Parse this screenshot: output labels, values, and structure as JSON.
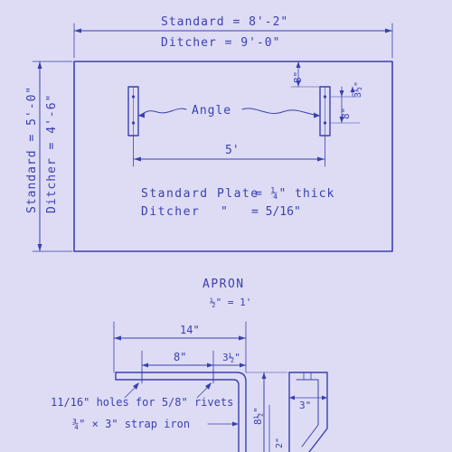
{
  "colors": {
    "paper": "#dedcf4",
    "ink": "#3b3fb0"
  },
  "plate": {
    "width_standard": "Standard = 8'-2\"",
    "width_ditcher": "Ditcher = 9'-0\"",
    "height_standard": "Standard = 5'-0\"",
    "height_ditcher": "Ditcher = 4'-6\"",
    "angle_label": "Angle",
    "angle_spacing": "5'",
    "dim_top": "8\"",
    "dim_bolt_spacing": "8\"",
    "dim_bolt_edge": "3½\"",
    "thick_standard_label": "Standard Plate",
    "thick_standard_value": "= ¼\" thick",
    "thick_ditcher_label": "Ditcher",
    "thick_ditcher_ditto": "\"",
    "thick_ditcher_value": "= 5/16\""
  },
  "apron": {
    "title": "APRON",
    "scale": "½\" = 1'",
    "dim_overall": "14\"",
    "dim_a": "8\"",
    "dim_b": "3½\"",
    "dim_height": "8½\"",
    "dim_foot": "3\"",
    "dim_small": "2\"",
    "note_holes": "11/16\" holes for 5/8\" rivets",
    "note_strap": "¾\" × 3\" strap iron"
  }
}
